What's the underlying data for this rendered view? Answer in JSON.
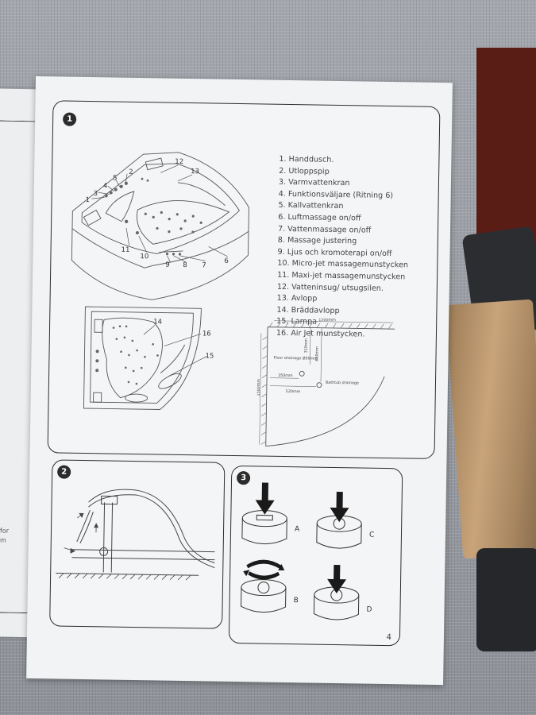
{
  "manual": {
    "page_number": "4",
    "sections": [
      {
        "badge": "1"
      },
      {
        "badge": "2"
      },
      {
        "badge": "3"
      }
    ],
    "legend": [
      "1. Handdusch.",
      "2. Utloppspip",
      "3. Varmvattenkran",
      "4. Funktionsväljare (Ritning 6)",
      "5. Kallvattenkran",
      "6. Luftmassage on/off",
      "7. Vattenmassage on/off",
      "8. Massage justering",
      "9. Ljus och kromoterapi on/off",
      "10. Micro-jet massagemunstycken",
      "11. Maxi-jet massagemunstycken",
      "12. Vatteninsug/ utsugsilen.",
      "13. Avlopp",
      "14. Bräddavlopp",
      "15. Lampa",
      "16. Air Jet munstycken."
    ],
    "tub_callouts": [
      "1",
      "2",
      "3",
      "4",
      "5",
      "6",
      "7",
      "8",
      "9",
      "10",
      "11",
      "12",
      "13"
    ],
    "plan_callouts": [
      "14",
      "15",
      "16"
    ],
    "dimensions": {
      "width_top": "1500mm",
      "height_side": "1500mm",
      "dim_a": "310mm",
      "dim_b": "600mm",
      "dim_c": "350mm",
      "dim_d": "520mm",
      "floor_drainage": "Floor drainage Ø50mm",
      "bathtub_drainage": "Bathtub drainage"
    },
    "step_labels": [
      "A",
      "B",
      "C",
      "D"
    ],
    "left_page_fragments": [
      "for",
      "m"
    ]
  }
}
